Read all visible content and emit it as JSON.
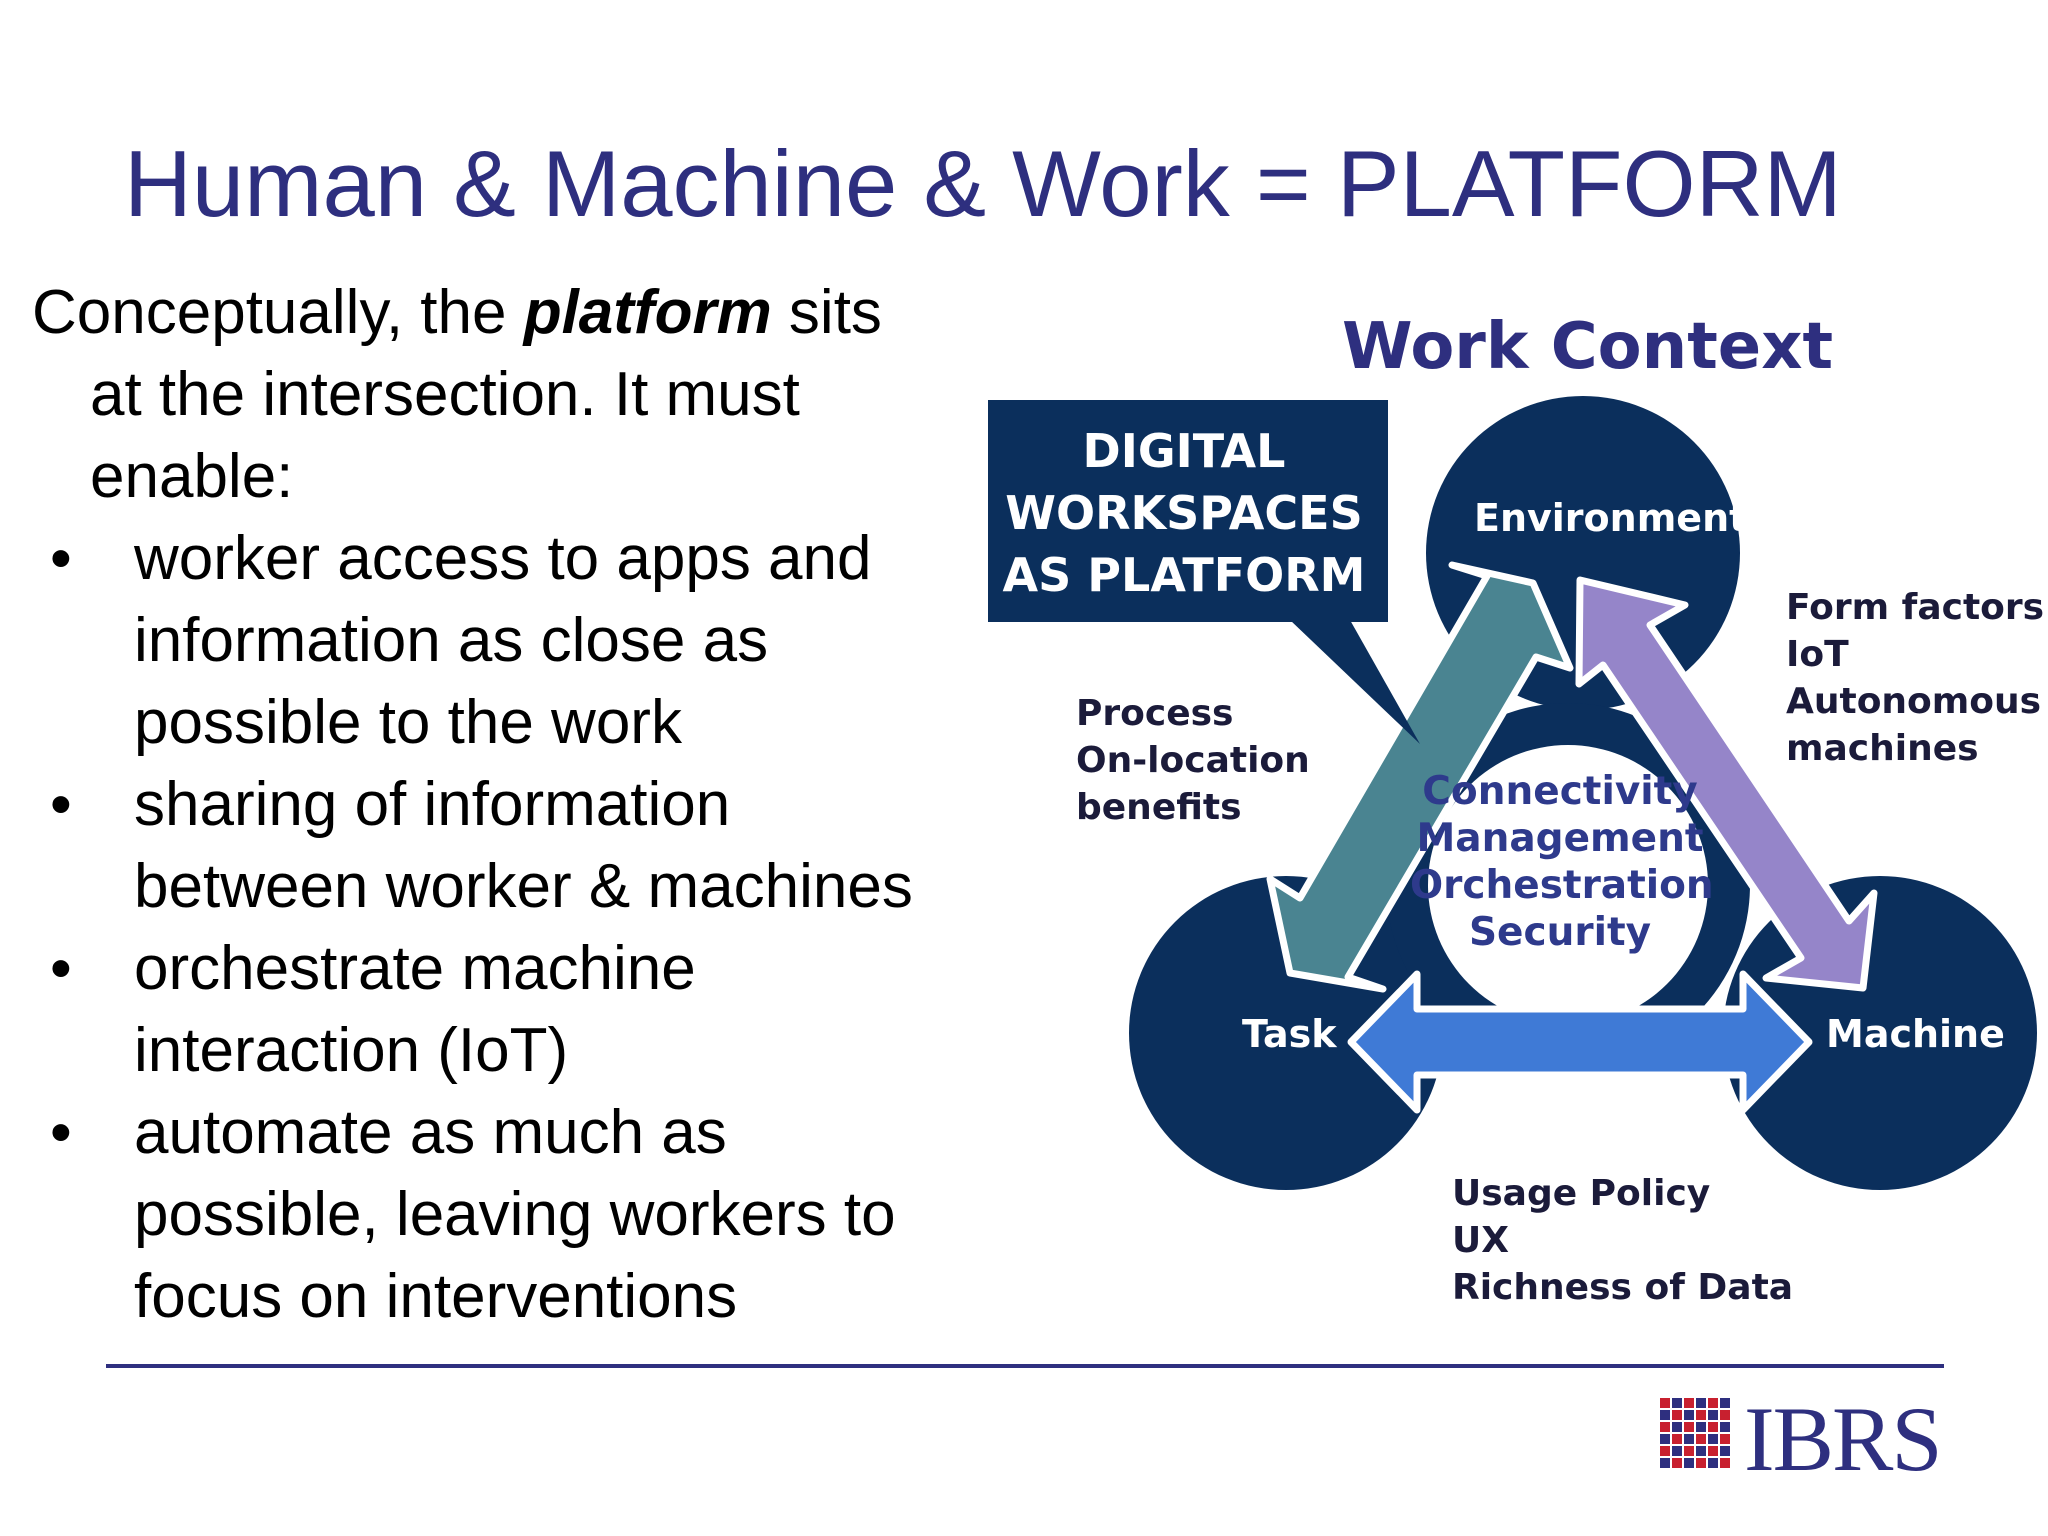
{
  "title": "Human & Machine & Work = PLATFORM",
  "intro": {
    "before": "Conceptually, the ",
    "emphasis": "platform",
    "after": " sits",
    "line2": "at the intersection. It must",
    "line3": "enable:"
  },
  "bullet_char": "•",
  "bullets": [
    [
      "worker access to apps and",
      "information as close as",
      "possible to the work"
    ],
    [
      "sharing of information",
      "between worker & machines"
    ],
    [
      "orchestrate machine",
      "interaction (IoT)"
    ],
    [
      "automate as much as",
      "possible, leaving workers to",
      "focus on interventions"
    ]
  ],
  "diagram": {
    "heading": "Work Context",
    "callout": [
      "DIGITAL",
      "WORKSPACES",
      "AS PLATFORM"
    ],
    "nodes": {
      "environment": "Environment",
      "task": "Task",
      "machine": "Machine"
    },
    "center": [
      "Connectivity",
      "Management",
      "Orchestration",
      "Security"
    ],
    "left_list": [
      "Process",
      "On-location",
      "benefits"
    ],
    "right_list": [
      "Form factors",
      "IoT",
      "Autonomous",
      "machines"
    ],
    "bottom_list": [
      "Usage Policy",
      "UX",
      "Richness of Data"
    ],
    "colors": {
      "navy": "#0b2f5c",
      "teal_arrow": "#4a8491",
      "purple_arrow": "#9585c9",
      "blue_arrow": "#3f7ad6",
      "center_text": "#2e3a8c"
    }
  },
  "logo": {
    "text": "IBRS",
    "icon": "grid-logo-icon"
  }
}
